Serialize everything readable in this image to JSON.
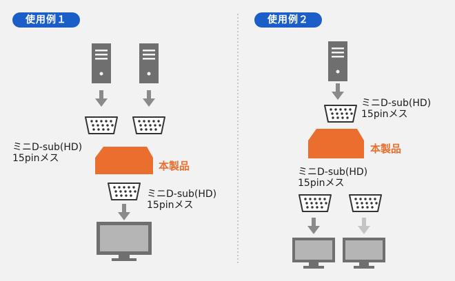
{
  "example1": {
    "badge": "使用例１",
    "input_label": [
      "ミニD-sub(HD)",
      "15pinメス"
    ],
    "product_label": "本製品",
    "output_label": [
      "ミニD-sub(HD)",
      "15pinメス"
    ]
  },
  "example2": {
    "badge": "使用例２",
    "input_label": [
      "ミニD-sub(HD)",
      "15pinメス"
    ],
    "product_label": "本製品",
    "output_label": [
      "ミニD-sub(HD)",
      "15pinメス"
    ]
  },
  "colors": {
    "badge": "#1c5ec7",
    "product": "#ea6f2e",
    "product_label": "#ea6f2e",
    "device": "#6f6f6f",
    "arrow": "#8a8a8a",
    "arrow_faded": "#c4c4c4",
    "divider": "#9a9a9a"
  },
  "icons": [
    "pc-tower-icon",
    "vga-connector-icon",
    "monitor-icon",
    "arrow-down-icon",
    "product-box-icon"
  ]
}
